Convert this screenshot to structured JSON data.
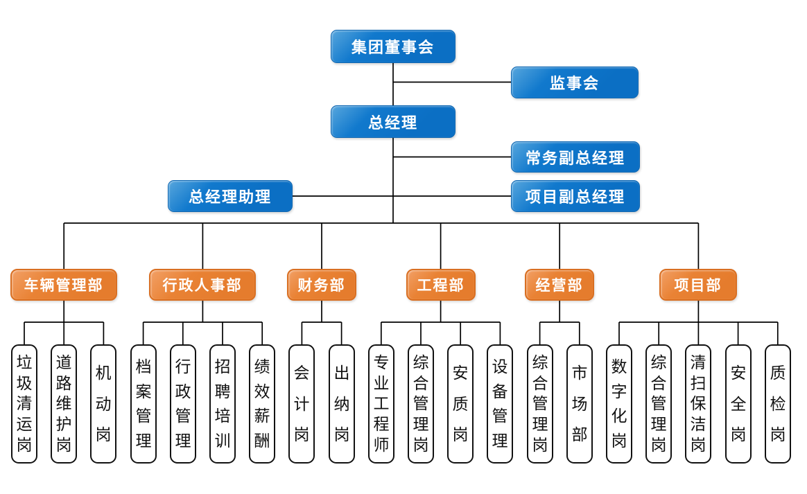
{
  "org": {
    "board": "集团董事会",
    "supervisory_board": "监事会",
    "general_manager": "总经理",
    "executive_deputy_gm": "常务副总经理",
    "gm_assistant": "总经理助理",
    "project_deputy_gm": "项目副总经理",
    "departments": [
      {
        "name": "车辆管理部",
        "children": [
          "垃圾清运岗",
          "道路维护岗",
          "机动岗"
        ]
      },
      {
        "name": "行政人事部",
        "children": [
          "档案管理",
          "行政管理",
          "招聘培训",
          "绩效薪酬"
        ]
      },
      {
        "name": "财务部",
        "children": [
          "会计岗",
          "出纳岗"
        ]
      },
      {
        "name": "工程部",
        "children": [
          "专业工程师",
          "综合管理岗",
          "安质岗",
          "设备管理"
        ]
      },
      {
        "name": "经营部",
        "children": [
          "综合管理岗",
          "市场部"
        ]
      },
      {
        "name": "项目部",
        "children": [
          "数字化岗",
          "综合管理岗",
          "清扫保洁岗",
          "安全岗",
          "质检岗"
        ]
      }
    ]
  },
  "colors": {
    "executive_blue": "#0b6fc4",
    "department_orange": "#e87e33",
    "post_border": "#111111",
    "connector_line": "#000000",
    "background": "#ffffff"
  }
}
